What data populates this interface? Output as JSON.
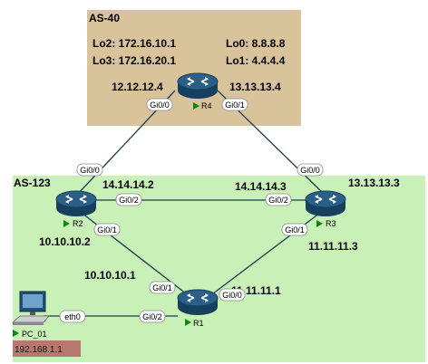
{
  "areas": {
    "as40": {
      "label": "AS-40",
      "fill": "#d8c39a"
    },
    "as123": {
      "label": "AS-123",
      "fill": "#c9f0b7"
    }
  },
  "r4": {
    "name": "R4",
    "info_left": [
      "Lo2: 172.16.10.1",
      "Lo3: 172.16.20.1"
    ],
    "info_right": [
      "Lo0: 8.8.8.8",
      "Lo1: 4.4.4.4"
    ],
    "ip_left": "12.12.12.4",
    "ip_right": "13.13.13.4",
    "port_left": "Gi0/0",
    "port_right": "Gi0/1"
  },
  "r2": {
    "name": "R2",
    "port_top": "Gi0/0",
    "port_right": "Gi0/2",
    "port_bottom": "Gi0/1",
    "ip_right": "14.14.14.2",
    "ip_bottom": "10.10.10.2"
  },
  "r3": {
    "name": "R3",
    "port_top": "Gi0/0",
    "port_left": "Gi0/2",
    "port_bottom": "Gi0/1",
    "ip_left": "14.14.14.3",
    "ip_right": "13.13.13.3",
    "ip_bottom": "11.11.11.3"
  },
  "r1": {
    "name": "R1",
    "port_top": "Gi0/1",
    "port_right": "Gi0/0",
    "port_left": "Gi0/2",
    "ip_left": "10.10.10.1",
    "ip_right": "11.11.11.1"
  },
  "pc": {
    "name": "PC_01",
    "port": "eth0",
    "ip": "192.168.1.1",
    "ip_fill": "#b87870"
  },
  "colors": {
    "router_body": "#2a5f86",
    "router_dark": "#17405f",
    "link": "#1a3a52",
    "port_border": "#8a8a8a",
    "status_green": "#0a8a0a"
  }
}
